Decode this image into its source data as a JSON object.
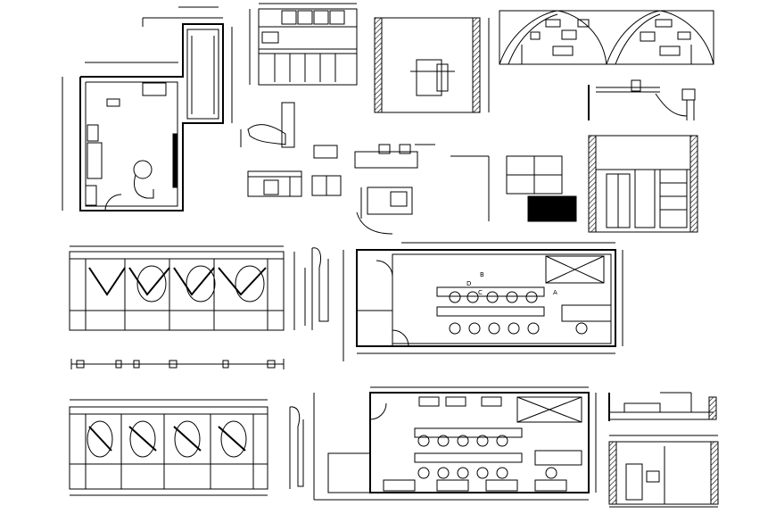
{
  "drawing": {
    "colors": {
      "line": "#000000",
      "background": "#ffffff",
      "hatch": "#000000"
    },
    "labels": {
      "marker_a": "A",
      "marker_b": "B",
      "marker_c": "C",
      "marker_d": "D"
    }
  }
}
